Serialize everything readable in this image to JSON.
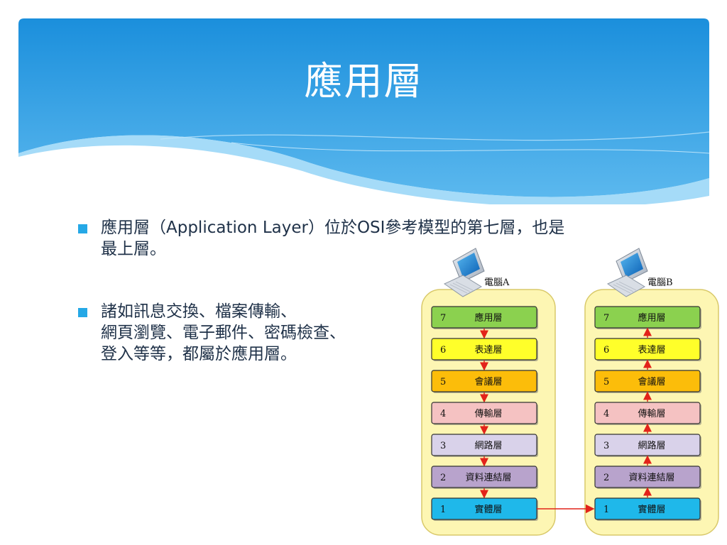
{
  "title": "應用層",
  "bullets": [
    "應用層（Application Layer）位於OSI參考模型的第七層，也是\n最上層。",
    "諸如訊息交換、檔案傳輸、\n網頁瀏覽、電子郵件、密碼檢查、\n登入等等，都屬於應用層。"
  ],
  "computers": [
    {
      "label": "電腦A"
    },
    {
      "label": "電腦B"
    }
  ],
  "layers": [
    {
      "num": "7",
      "name": "應用層",
      "color": "#8bd14f"
    },
    {
      "num": "6",
      "name": "表達層",
      "color": "#ffff2a"
    },
    {
      "num": "5",
      "name": "會議層",
      "color": "#fcbd0a"
    },
    {
      "num": "4",
      "name": "傳輸層",
      "color": "#f5c2c2"
    },
    {
      "num": "3",
      "name": "網路層",
      "color": "#d9d2ea"
    },
    {
      "num": "2",
      "name": "資料連結層",
      "color": "#b8a3cc"
    },
    {
      "num": "1",
      "name": "實體層",
      "color": "#1fb8ea"
    }
  ],
  "colors": {
    "header_top": "#1b9ae3",
    "header_bottom": "#6fc2f2",
    "bullet": "#25a8e6",
    "stack_bg": "#fdf6b3",
    "stack_border": "#d9c96a",
    "arrow": "#e2231a"
  }
}
